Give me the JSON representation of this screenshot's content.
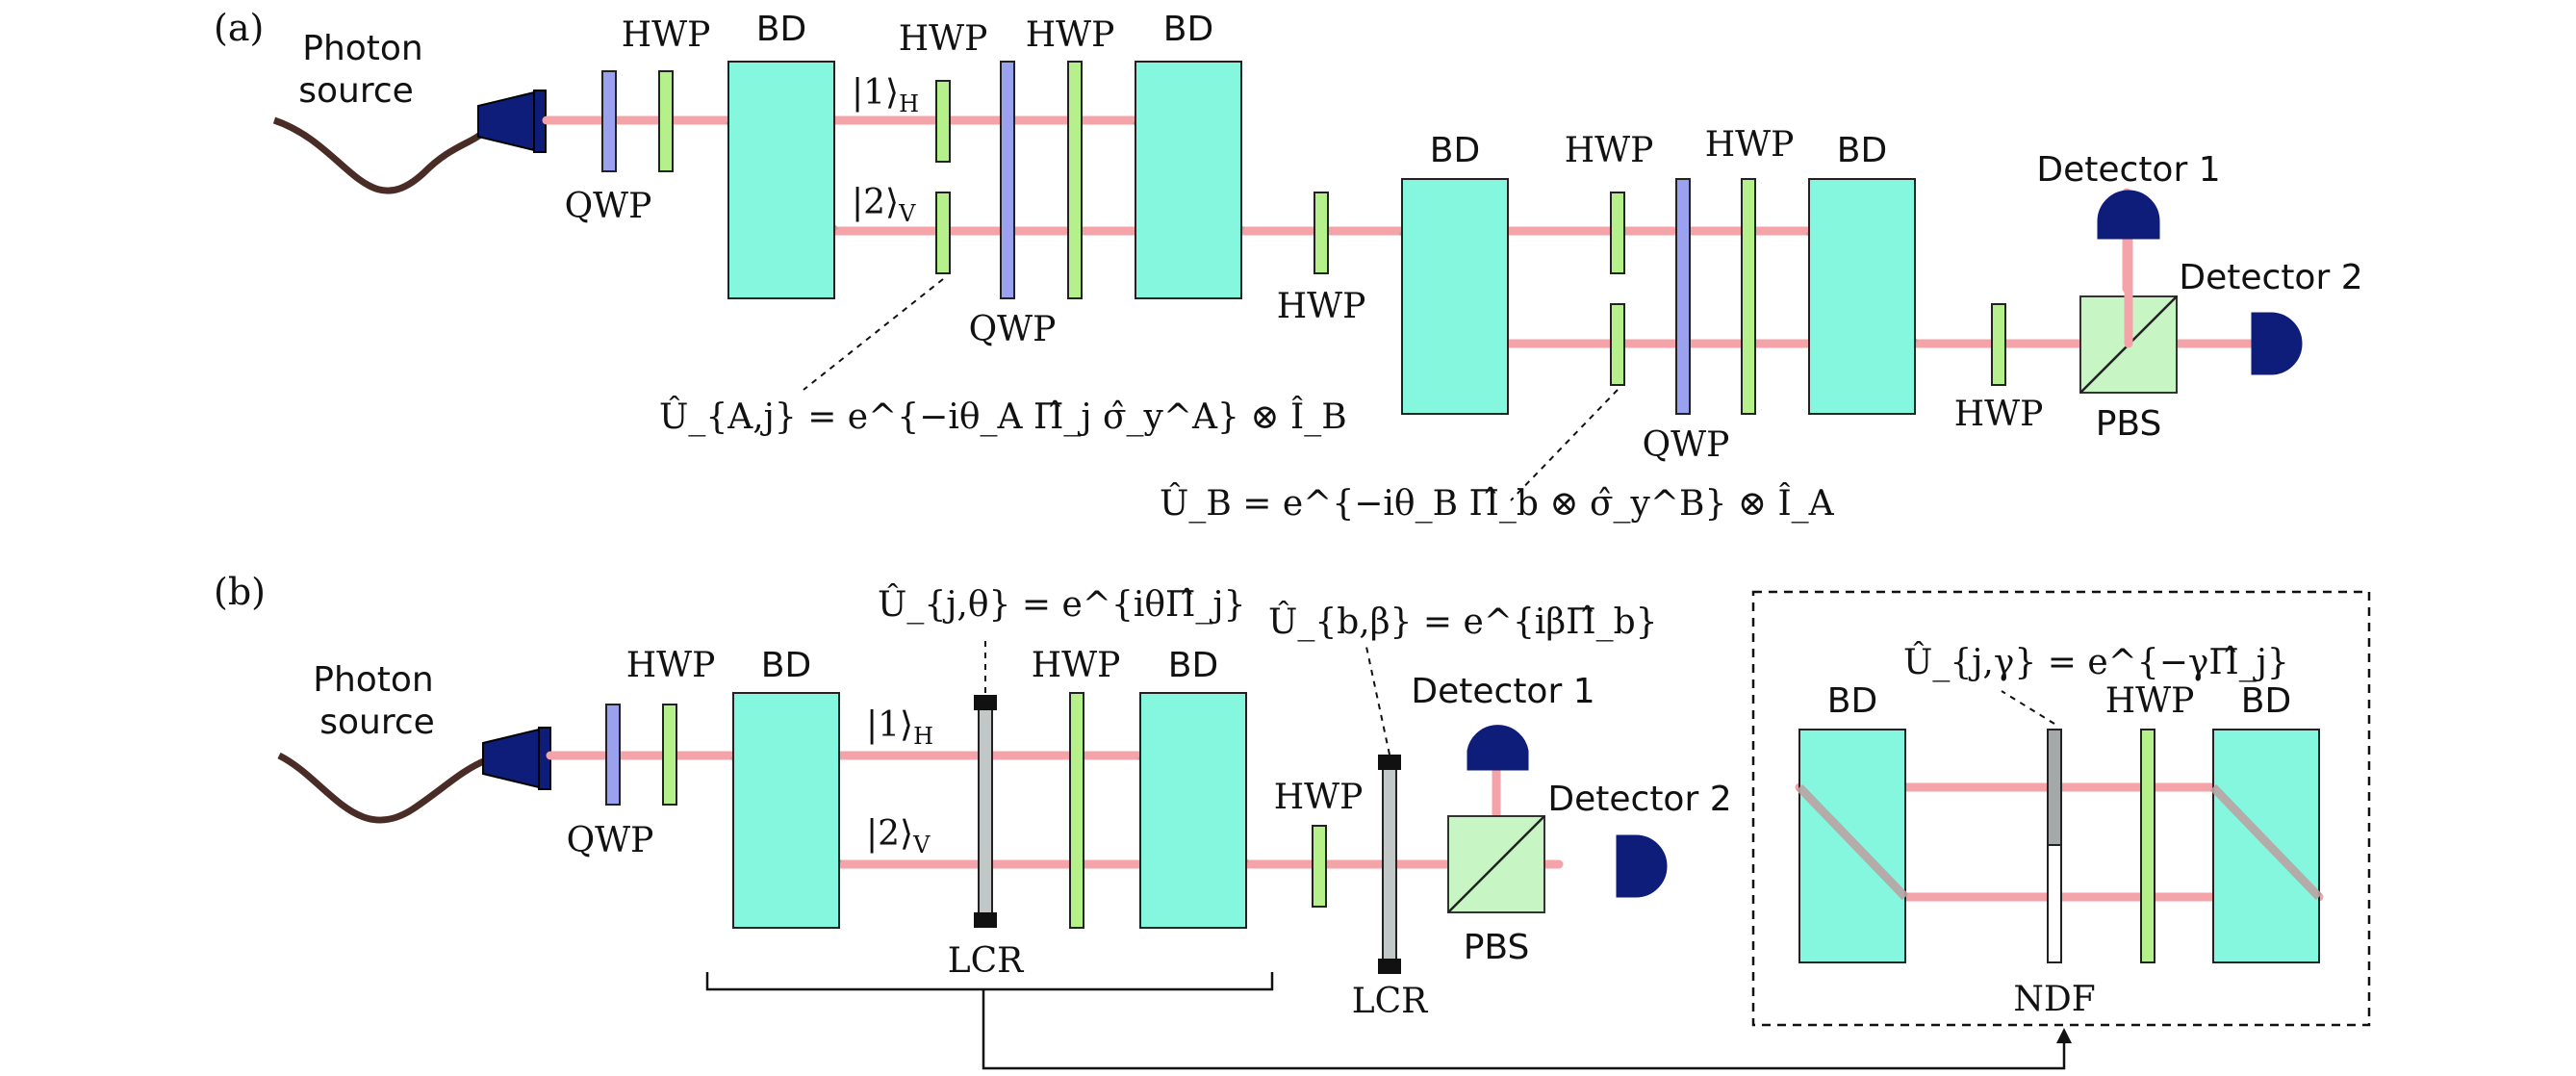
{
  "panel_a": {
    "tag": "(a)",
    "source_label_1": "Photon",
    "source_label_2": "source",
    "qwp_1": "QWP",
    "hwp_1": "HWP",
    "bd_1": "BD",
    "ket_1": "|1⟩",
    "ket_1_sub": "H",
    "ket_2": "|2⟩",
    "ket_2_sub": "V",
    "hwp_2": "HWP",
    "hwp_3": "HWP",
    "qwp_2": "QWP",
    "bd_2": "BD",
    "hwp_4": "HWP",
    "bd_3": "BD",
    "hwp_5": "HWP",
    "hwp_6": "HWP",
    "qwp_3": "QWP",
    "bd_4": "BD",
    "hwp_7": "HWP",
    "pbs": "PBS",
    "detector_1": "Detector 1",
    "detector_2": "Detector 2",
    "eq_A": "Û_{A,j} = e^{−iθ_A Π̂_j σ̂_y^A} ⊗ Î_B",
    "eq_B": "Û_B = e^{−iθ_B Π̂_b ⊗ σ̂_y^B} ⊗ Î_A"
  },
  "panel_b": {
    "tag": "(b)",
    "source_label_1": "Photon",
    "source_label_2": "source",
    "qwp_1": "QWP",
    "hwp_1": "HWP",
    "bd_1": "BD",
    "ket_1": "|1⟩",
    "ket_1_sub": "H",
    "ket_2": "|2⟩",
    "ket_2_sub": "V",
    "eq_theta": "Û_{j,θ} = e^{iθΠ̂_j}",
    "lcr_1": "LCR",
    "hwp_2": "HWP",
    "bd_2": "BD",
    "eq_beta": "Û_{b,β} = e^{iβΠ̂_b}",
    "hwp_3": "HWP",
    "lcr_2": "LCR",
    "detector_1": "Detector 1",
    "detector_2": "Detector 2",
    "pbs": "PBS",
    "inset_eq": "Û_{j,γ} = e^{−γΠ̂_j}",
    "inset_bd_1": "BD",
    "inset_hwp": "HWP",
    "inset_bd_2": "BD",
    "inset_ndf": "NDF"
  },
  "colors": {
    "beam": "#f4a3a8",
    "beam_displaced": "#b9a3a3",
    "beam_displacer": "#86f7df",
    "half_wave_plate": "#b6f08b",
    "quarter_wave_plate": "#9aa1ef",
    "detector": "#0e1d79",
    "fiber": "#4a2c26"
  }
}
